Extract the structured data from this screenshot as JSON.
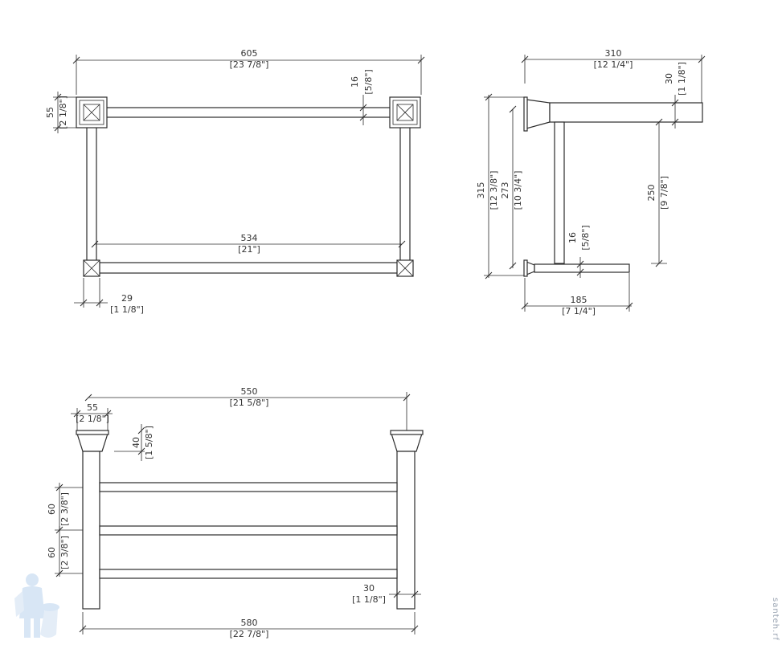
{
  "top_view": {
    "overall_width": {
      "mm": "605",
      "in": "[23 7/8\"]"
    },
    "bar_diameter": {
      "mm": "16",
      "in": "[5/8\"]"
    },
    "flange_size": {
      "mm": "55",
      "in": "[2 1/8\"]"
    },
    "inner_width": {
      "mm": "534",
      "in": "[21\"]"
    },
    "post_size": {
      "mm": "29",
      "in": "[1 1/8\"]"
    }
  },
  "side_view": {
    "projection": {
      "mm": "310",
      "in": "[12 1/4\"]"
    },
    "end_diameter": {
      "mm": "30",
      "in": "[1 1/8\"]"
    },
    "overall_height": {
      "mm": "315",
      "in": "[12 3/8\"]"
    },
    "inner_height": {
      "mm": "273",
      "in": "[10 3/4\"]"
    },
    "bar_spacing": {
      "mm": "250",
      "in": "[9 7/8\"]"
    },
    "lower_bar": {
      "mm": "16",
      "in": "[5/8\"]"
    },
    "lower_projection": {
      "mm": "185",
      "in": "[7 1/4\"]"
    }
  },
  "front_view": {
    "post_width": {
      "mm": "550",
      "in": "[21 5/8\"]"
    },
    "flange": {
      "mm": "55",
      "in": "[2 1/8\"]"
    },
    "flange_height": {
      "mm": "40",
      "in": "[1 5/8\"]"
    },
    "spacing_upper": {
      "mm": "60",
      "in": "[2 3/8\"]"
    },
    "spacing_lower": {
      "mm": "60",
      "in": "[2 3/8\"]"
    },
    "post_diameter": {
      "mm": "30",
      "in": "[1 1/8\"]"
    },
    "overall_width": {
      "mm": "580",
      "in": "[22 7/8\"]"
    }
  },
  "watermark": "santeh.rf",
  "colors": {
    "line": "#2b2b2b",
    "text": "#333333",
    "logo": "#b9d3ee"
  }
}
